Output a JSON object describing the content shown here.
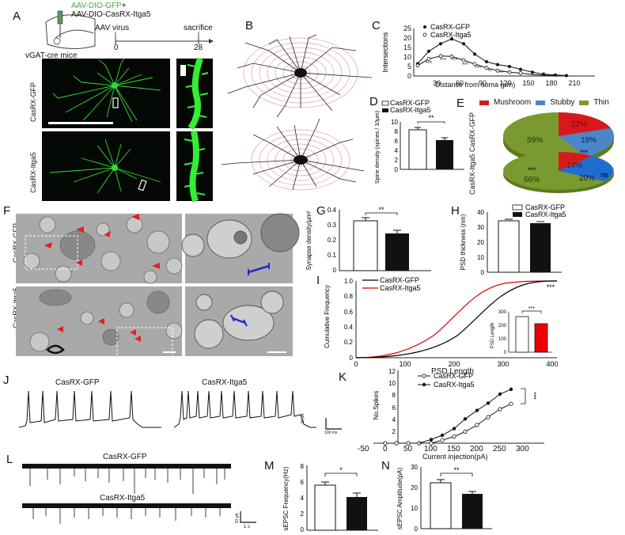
{
  "figure": {
    "panels": {
      "A": {
        "label": "A",
        "virus_line1": "AAV-DIO-GFP",
        "virus_plus": "+",
        "virus_line2": "AAV-DIO-CasRX-Itga5",
        "mouse_label": "vGAT-cre mice",
        "timeline_start_label": "AAV virus",
        "timeline_end_label": "sacrifice",
        "timeline_start": "0",
        "timeline_end": "28",
        "row_labels": [
          "CasRX-GFP",
          "CasRX-Itga5"
        ],
        "colors": {
          "gfp_text": "#3cb043",
          "neuron": "#33dd33"
        }
      },
      "B": {
        "label": "B",
        "ring_color": "#d9a0a0"
      },
      "C": {
        "label": "C"
      },
      "D": {
        "label": "D"
      },
      "E": {
        "label": "E",
        "row_labels": [
          "CasRX-GFP",
          "CasRX-Itga5"
        ],
        "sig_top": "***",
        "sig_left": "***",
        "sig_right": "ns"
      },
      "F": {
        "label": "F",
        "row_labels": [
          "CasRX-GFP",
          "CasRX-Itga5"
        ],
        "marker_colors": {
          "arrow": "#e02020",
          "bracket": "#1a2ccc"
        }
      },
      "G": {
        "label": "G"
      },
      "H": {
        "label": "H"
      },
      "I": {
        "label": "I"
      },
      "J": {
        "label": "J",
        "trace_labels": [
          "CasRX-GFP",
          "CasRX-Itga5"
        ],
        "scale_v": "20 pA",
        "scale_h": "100 ms",
        "spike_counts": [
          7,
          9
        ]
      },
      "K": {
        "label": "K"
      },
      "L": {
        "label": "L",
        "trace_labels": [
          "CasRX-GFP",
          "CasRX-Itga5"
        ],
        "scale_v": "10 pA",
        "scale_h": "1 s"
      },
      "M": {
        "label": "M"
      },
      "N": {
        "label": "N"
      }
    }
  },
  "chart_data": [
    {
      "panel": "C",
      "type": "line",
      "title": "",
      "xlabel": "Distance from soma (μm)",
      "ylabel": "Intersections",
      "x": [
        15,
        30,
        45,
        60,
        75,
        90,
        105,
        120,
        135,
        150,
        165,
        180,
        195,
        210
      ],
      "xticks": [
        "30",
        "60",
        "90",
        "120",
        "150",
        "180",
        "210"
      ],
      "yticks": [
        "0",
        "5",
        "10",
        "15",
        "20",
        "25"
      ],
      "ylim": [
        0,
        25
      ],
      "series": [
        {
          "name": "CasRX-GFP",
          "marker": "filled-circle",
          "values": [
            6.5,
            13,
            17,
            19.5,
            17,
            11.5,
            7.5,
            6,
            5,
            3.5,
            2,
            1,
            0.5,
            0.2
          ]
        },
        {
          "name": "CasRX-Itga5",
          "marker": "open-circle",
          "values": [
            5.5,
            9,
            10.5,
            10.3,
            8.3,
            6.3,
            4.3,
            2.8,
            2,
            1.5,
            0.8,
            0.4,
            0.2,
            0.1
          ]
        }
      ],
      "annotations": [
        "***",
        "***",
        "***",
        "***",
        "***",
        "**",
        "**"
      ]
    },
    {
      "panel": "D",
      "type": "bar",
      "ylabel": "Spine density (spines / 10μm)",
      "categories": [
        "CasRX-GFP",
        "CasRX-Itga5"
      ],
      "values": [
        8.3,
        6.1
      ],
      "errors": [
        0.5,
        0.5
      ],
      "yticks": [
        "0",
        "2",
        "4",
        "6",
        "8",
        "10"
      ],
      "ylim": [
        0,
        10
      ],
      "significance": "**",
      "legend": [
        "CasRX-GFP",
        "CasRX-Itga5"
      ]
    },
    {
      "panel": "E",
      "type": "pie",
      "legend": [
        "Mushroom",
        "Stubby",
        "Thin"
      ],
      "colors": [
        "#d7191c",
        "#4a86c8",
        "#7a9a30"
      ],
      "series": [
        {
          "name": "CasRX-GFP",
          "values": [
            22,
            19,
            59
          ],
          "labels": [
            "22%",
            "19%",
            "59%"
          ]
        },
        {
          "name": "CasRX-Itga5",
          "values": [
            14,
            20,
            66
          ],
          "labels": [
            "14%",
            "20%",
            "66%"
          ]
        }
      ]
    },
    {
      "panel": "G",
      "type": "bar",
      "ylabel": "Synapse density/μm²",
      "categories": [
        "CasRX-GFP",
        "CasRX-Itga5"
      ],
      "values": [
        0.33,
        0.25
      ],
      "errors": [
        0.02,
        0.02
      ],
      "yticks": [
        "0",
        "0.1",
        "0.2",
        "0.3",
        "0.4"
      ],
      "ylim": [
        0,
        0.4
      ],
      "significance": "**"
    },
    {
      "panel": "H",
      "type": "bar",
      "ylabel": "PSD thickness (nm)",
      "categories": [
        "CasRX-GFP",
        "CasRX-Itga5"
      ],
      "values": [
        34,
        32.5
      ],
      "errors": [
        1,
        1
      ],
      "yticks": [
        "0",
        "10",
        "20",
        "30",
        "40"
      ],
      "ylim": [
        0,
        40
      ],
      "legend": [
        "CasRX-GFP",
        "CasRX-Itga5"
      ]
    },
    {
      "panel": "I",
      "type": "line",
      "xlabel": "PSD Length",
      "ylabel": "Cumulative Frequency",
      "xticks": [
        "0",
        "100",
        "200",
        "300",
        "400"
      ],
      "yticks": [
        "0",
        "0.2",
        "0.4",
        "0.6",
        "0.8",
        "1.0"
      ],
      "xlim": [
        0,
        420
      ],
      "ylim": [
        0,
        1
      ],
      "series": [
        {
          "name": "CasRX-GFP",
          "color": "#000000",
          "x": [
            0,
            50,
            100,
            150,
            200,
            250,
            300,
            350,
            400
          ],
          "values": [
            0,
            0.02,
            0.08,
            0.2,
            0.42,
            0.72,
            0.92,
            0.99,
            1.0
          ]
        },
        {
          "name": "CasRX-Itga5",
          "color": "#e00000",
          "x": [
            0,
            50,
            100,
            150,
            200,
            250,
            300,
            350,
            400
          ],
          "values": [
            0,
            0.04,
            0.18,
            0.4,
            0.68,
            0.9,
            0.98,
            1.0,
            1.0
          ]
        }
      ],
      "significance": "***",
      "inset": {
        "type": "bar",
        "ylabel": "PSD Length",
        "categories": [
          "CasRX-GFP",
          "CasRX-Itga5"
        ],
        "values": [
          262,
          213
        ],
        "colors": [
          "#ffffff",
          "#ee0000"
        ],
        "yticks": [
          "0",
          "100",
          "200",
          "300"
        ],
        "ylim": [
          0,
          300
        ],
        "significance": "***"
      }
    },
    {
      "panel": "K",
      "type": "line",
      "xlabel": "Current injection(pA)",
      "ylabel": "No.Spikes",
      "xticks": [
        "-50",
        "0",
        "50",
        "100",
        "150",
        "200",
        "250",
        "300"
      ],
      "yticks": [
        "2",
        "4",
        "6",
        "8",
        "10",
        "12"
      ],
      "xlim": [
        -50,
        300
      ],
      "ylim": [
        0,
        12
      ],
      "x": [
        -25,
        0,
        25,
        50,
        75,
        100,
        125,
        150,
        175,
        200,
        225,
        250
      ],
      "series": [
        {
          "name": "CasRX-GFP",
          "marker": "open-circle",
          "values": [
            0,
            0,
            0,
            0,
            0,
            0.5,
            1.1,
            1.9,
            3,
            4.3,
            5.6,
            6.5
          ]
        },
        {
          "name": "CasRX-Itga5",
          "marker": "filled-circle",
          "values": [
            0,
            0,
            0,
            0,
            0.6,
            1.3,
            2.4,
            4,
            5.4,
            6.6,
            8.1,
            9
          ]
        }
      ],
      "significance": "***"
    },
    {
      "panel": "M",
      "type": "bar",
      "ylabel": "sEPSC Frequency(Hz)",
      "categories": [
        "CasRX-GFP",
        "CasRX-Itga5"
      ],
      "values": [
        5.7,
        4.2
      ],
      "errors": [
        0.4,
        0.5
      ],
      "yticks": [
        "0",
        "2",
        "4",
        "6",
        "8"
      ],
      "ylim": [
        0,
        8
      ],
      "significance": "*"
    },
    {
      "panel": "N",
      "type": "bar",
      "ylabel": "sEPSC Amplitude(pA)",
      "categories": [
        "CasRX-GFP",
        "CasRX-Itga5"
      ],
      "values": [
        22.3,
        16.8
      ],
      "errors": [
        1.5,
        1.2
      ],
      "yticks": [
        "0",
        "10",
        "20",
        "30"
      ],
      "ylim": [
        0,
        30
      ],
      "significance": "**"
    }
  ]
}
